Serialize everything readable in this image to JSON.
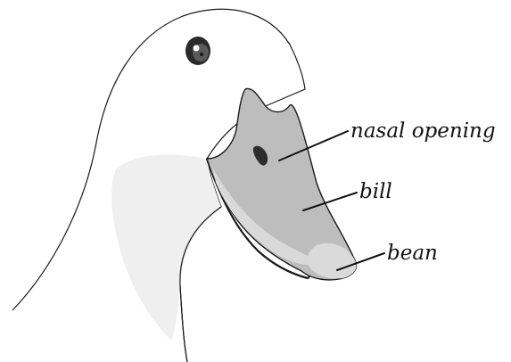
{
  "labels": {
    "nasal_opening": "nasal opening",
    "bill": "bill",
    "bean": "bean"
  },
  "colors": {
    "background": "#ffffff",
    "outline": "#1a1a1a",
    "head_fill": "#ffffff",
    "neck_shadow": "#efefef",
    "bill_fill": "#bdbdbd",
    "bill_shade": "#d9d9d9",
    "bean_fill": "#dadada",
    "eye_dark": "#2a2a2a",
    "eye_iris": "#5a5a5a",
    "label_text": "#111111"
  }
}
